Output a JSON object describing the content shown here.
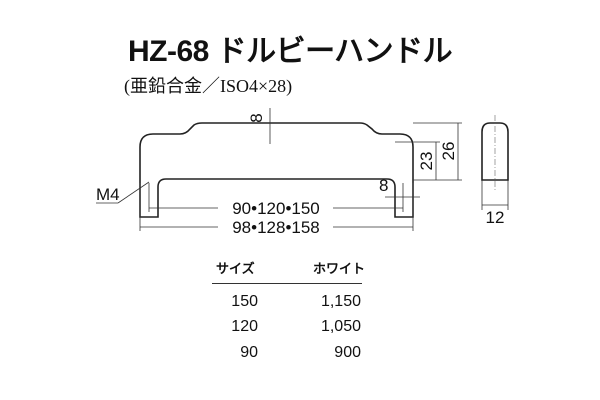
{
  "title": "HZ-68 ドルビーハンドル",
  "subtitle": "(亜鉛合金／ISO4×28)",
  "dimensions": {
    "top_thickness": "8",
    "inner_height": "23",
    "outer_height": "26",
    "leg_width": "8",
    "thread": "M4",
    "pitch": "90•120•150",
    "overall_length": "98•128•158",
    "depth": "12"
  },
  "table": {
    "headers": [
      "サイズ",
      "ホワイト"
    ],
    "rows": [
      [
        "150",
        "1,150"
      ],
      [
        "120",
        "1,050"
      ],
      [
        "90",
        "900"
      ]
    ]
  }
}
